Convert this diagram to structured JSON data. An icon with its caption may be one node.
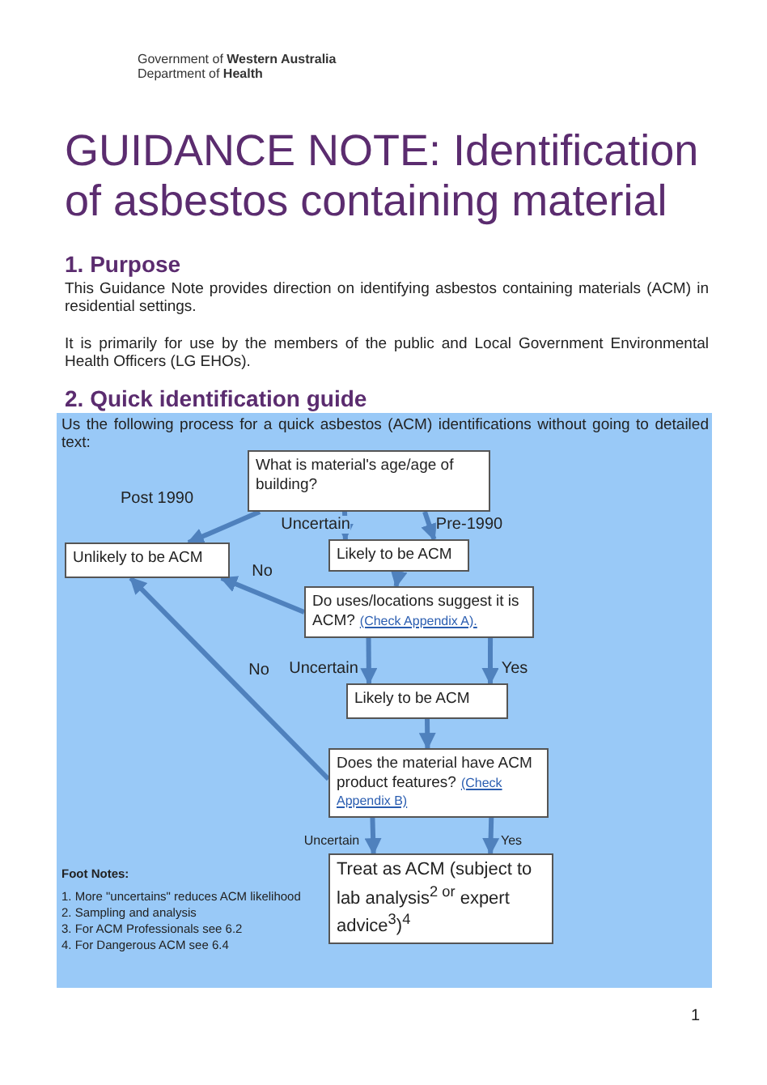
{
  "diagram": {
    "title": "GUIDANCE NOTE: Identification of asbestos containing material",
    "nodes": [
      {
        "text": [
          "What is material's age/age of building?"
        ]
      },
      {
        "text": [
          "Unlikely to be ACM"
        ]
      },
      {
        "text": [
          "Likely to be ACM"
        ]
      },
      {
        "text": [
          "Do uses/locations suggest it is ACM?",
          "(Check Appendix A)."
        ]
      },
      {
        "text": [
          "Likely to be ACM"
        ]
      },
      {
        "text": [
          "Does the material have ACM product features?",
          "(Check Appendix B)"
        ]
      },
      {
        "text": [
          "Treat as ACM (subject to lab analysis$^{2 or}$ expert advice$^{3}$)$^{4}$"
        ]
      }
    ],
    "edges": [
      {
        "from": 0,
        "to": 1,
        "arrow": "to",
        "label": "Post 1990"
      },
      {
        "from": 0,
        "to": 2,
        "arrow": "to",
        "label": "Uncertain"
      },
      {
        "from": 0,
        "to": 2,
        "arrow": "to",
        "label": "Pre-1990"
      },
      {
        "from": 2,
        "to": 3,
        "arrow": "to"
      },
      {
        "from": 3,
        "to": 1,
        "arrow": "to",
        "label": "No"
      },
      {
        "from": 3,
        "to": 4,
        "arrow": "to",
        "label": "Uncertain"
      },
      {
        "from": 3,
        "to": 4,
        "arrow": "to",
        "label": "Yes"
      },
      {
        "from": 5,
        "to": 1,
        "arrow": "to",
        "label": "No"
      },
      {
        "from": 4,
        "to": 5,
        "arrow": "to"
      },
      {
        "from": 5,
        "to": 6,
        "arrow": "to",
        "label": "Uncertain"
      },
      {
        "from": 5,
        "to": 6,
        "arrow": "to",
        "label": "Yes"
      }
    ],
    "labels": [
      "Government of **Western Australia**",
      "Department of **Health**",
      "1. Purpose",
      "This Guidance Note provides direction on identifying asbestos containing materials (ACM) in residential settings.",
      "It is primarily for use by the members of the public and Local Government Environmental Health Officers (LG EHOs).",
      "2. Quick identification guide",
      "Us the following process for a quick asbestos (ACM) identifications without going to detailed text:",
      "Foot Notes:",
      "1. More \"uncertains\" reduces ACM likelihood",
      "2. Sampling and analysis",
      "3. For ACM Professionals see 6.2",
      "4. For Dangerous ACM see 6.4",
      "1"
    ]
  }
}
